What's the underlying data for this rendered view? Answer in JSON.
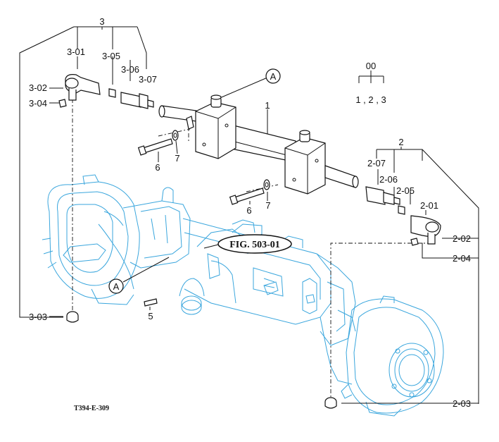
{
  "drawing_code": "T394-E-309",
  "figure_ref": "FIG. 503-01",
  "callout_letter": "A",
  "set_box": {
    "top": "00",
    "bottom": "1 , 2 , 3"
  },
  "labels": {
    "g3": "3",
    "p3_01": "3-01",
    "p3_05": "3-05",
    "p3_06": "3-06",
    "p3_07": "3-07",
    "p3_02": "3-02",
    "p3_04": "3-04",
    "p3_03": "3-03",
    "p1": "1",
    "p6a": "6",
    "p7a": "7",
    "p6b": "6",
    "p7b": "7",
    "p5": "5",
    "g2": "2",
    "p2_07": "2-07",
    "p2_06": "2-06",
    "p2_05": "2-05",
    "p2_01": "2-01",
    "p2_02": "2-02",
    "p2_04": "2-04",
    "p2_03": "2-03"
  },
  "colors": {
    "line_art": "#111111",
    "axle_housing": "#3aa6dd"
  }
}
